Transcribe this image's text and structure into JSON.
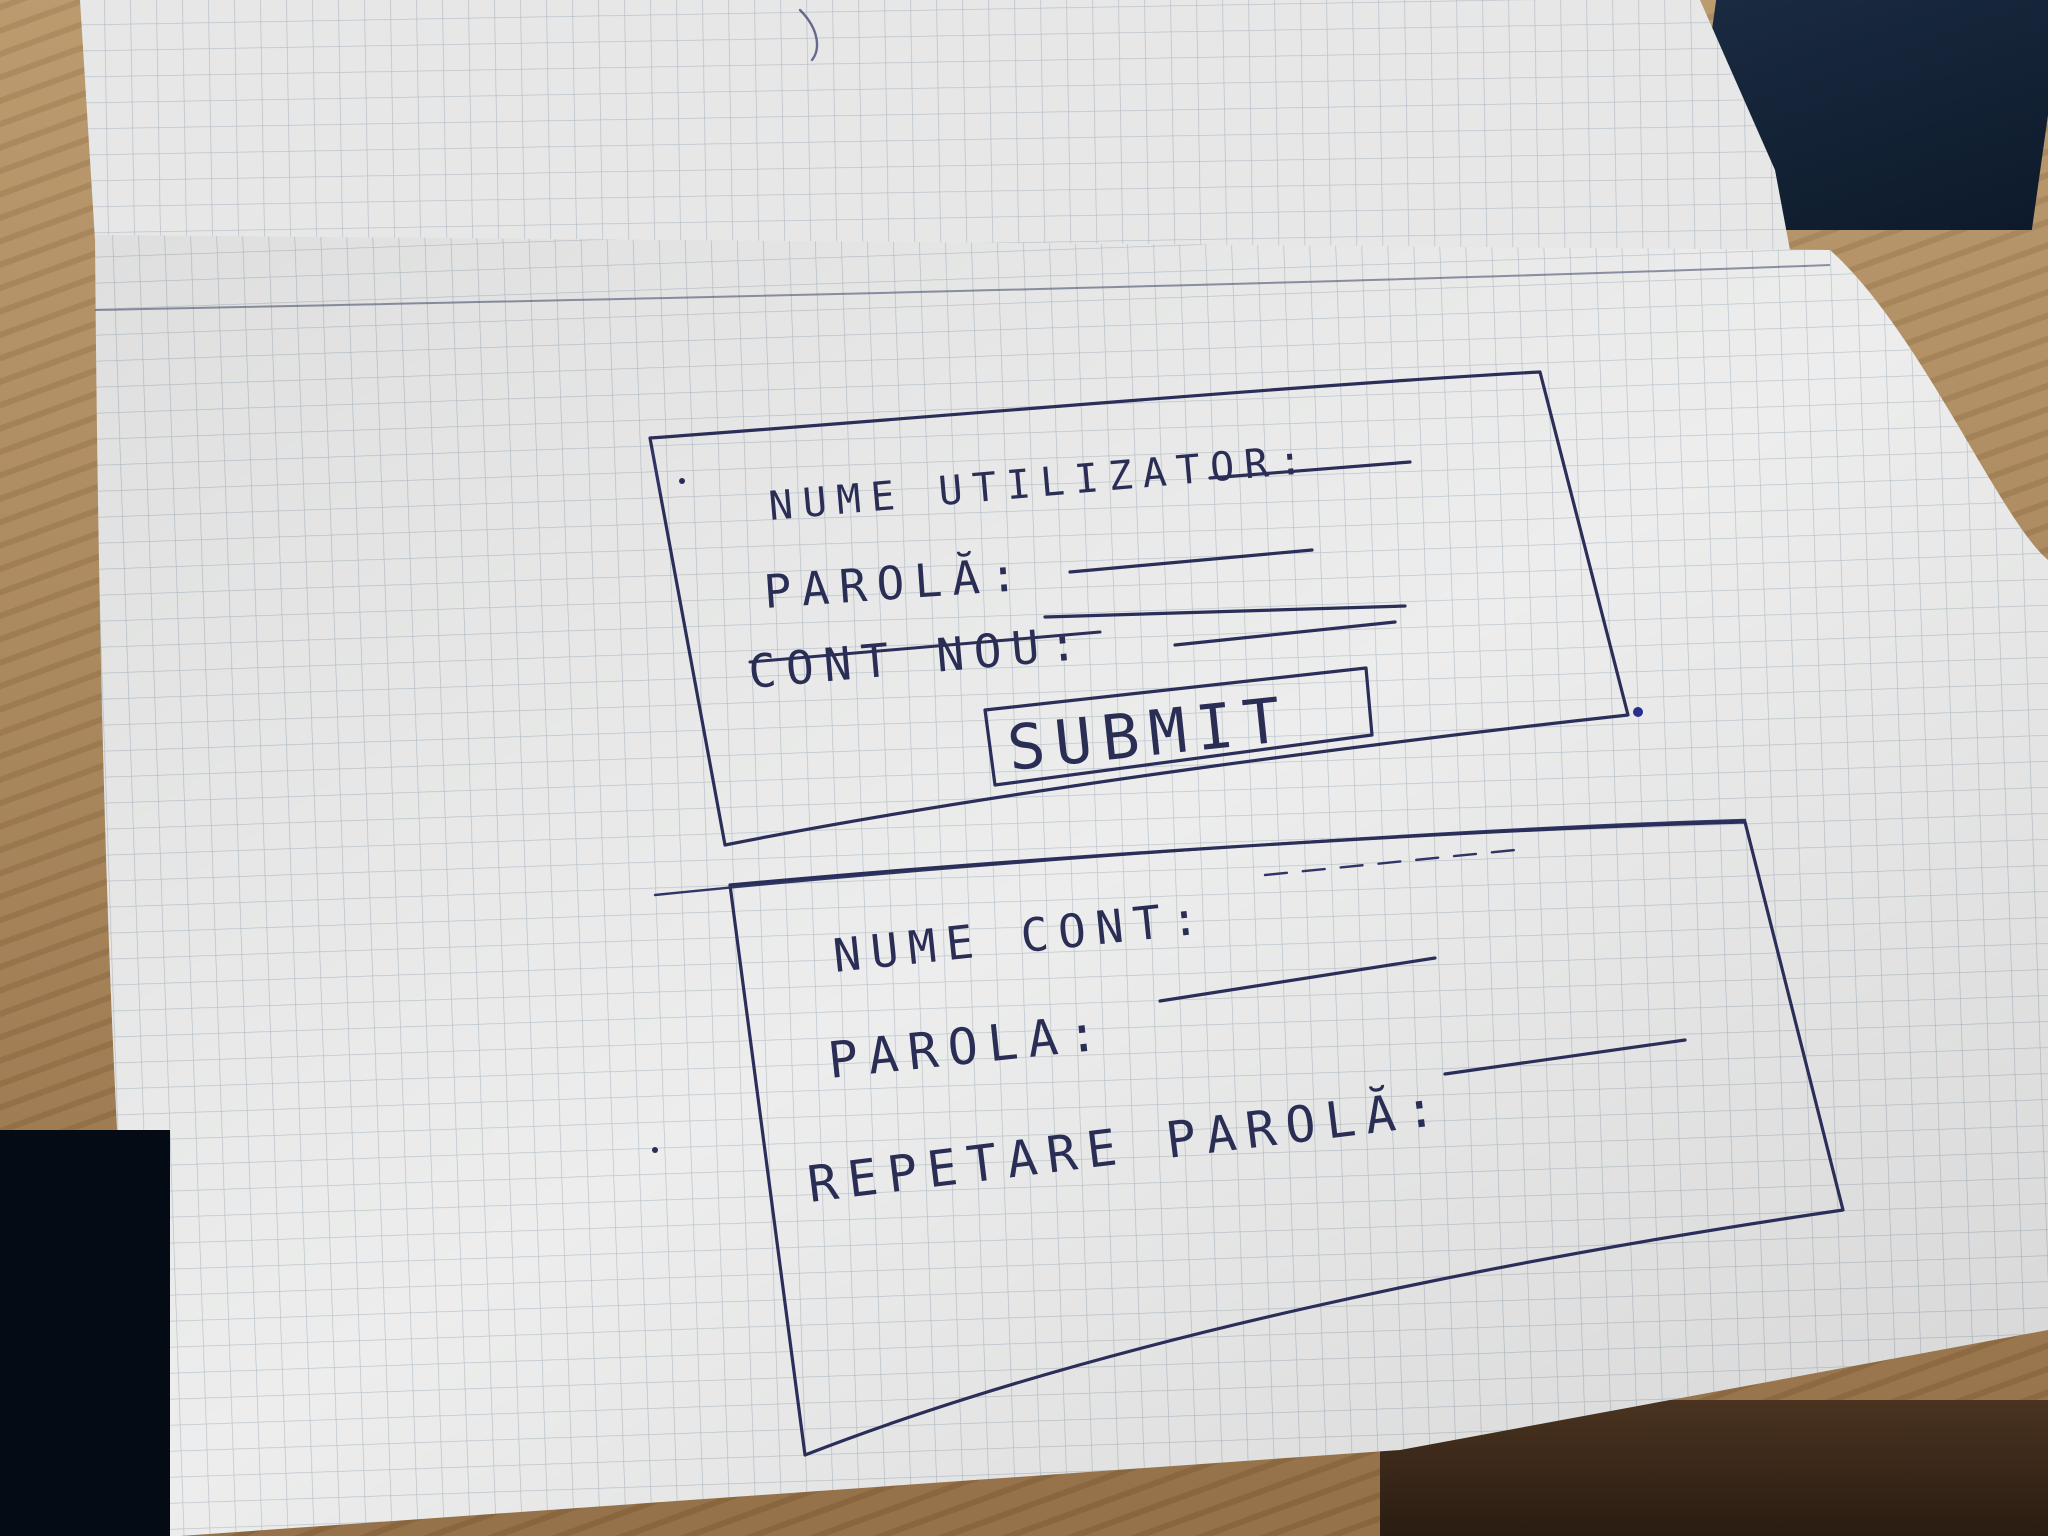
{
  "sketch": {
    "login_form": {
      "username_label": "NUME UTILIZATOR:",
      "password_label": "PAROLĂ:",
      "new_account_label": "CONT NOU:",
      "submit_label": "SUBMIT"
    },
    "register_form": {
      "account_name_label": "NUME CONT:",
      "password_label": "PAROLA:",
      "repeat_password_label": "REPETARE PAROLĂ:"
    }
  },
  "colors": {
    "ink": "#2a2e58",
    "paper": "#eceeee",
    "grid": "#b9c3cc"
  }
}
